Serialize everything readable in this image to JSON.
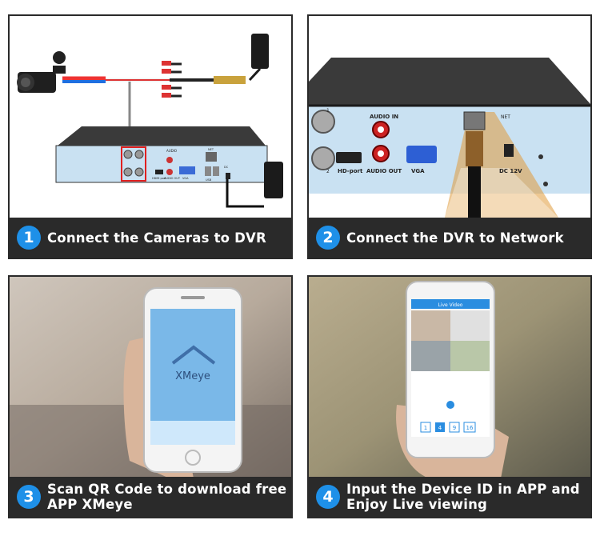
{
  "steps": [
    {
      "number": "1",
      "lines": [
        "Connect the Cameras to DVR"
      ]
    },
    {
      "number": "2",
      "lines": [
        "Connect the DVR to Network"
      ]
    },
    {
      "number": "3",
      "lines": [
        "Scan QR Code to download free",
        "APP XMeye"
      ]
    },
    {
      "number": "4",
      "lines": [
        "Input the Device ID in APP and",
        "Enjoy Live viewing"
      ]
    }
  ],
  "dvr_labels": {
    "audio_in": "AUDIO IN",
    "audio_out": "AUDIO OUT",
    "hd_port": "HD-port",
    "vga": "VGA",
    "net": "NET",
    "dc": "DC 12V",
    "in_1": "1",
    "in_2": "2",
    "small_audio_in": "AUDIO",
    "small_hd": "HDMI port",
    "small_audio_out": "AUDIO OUT",
    "small_vga": "VGA",
    "small_usb": "USB",
    "small_net": "NET",
    "small_dc": "DC"
  },
  "app": {
    "logo_text": "XMeye",
    "live_title": "Live Video",
    "split_options": [
      "1",
      "4",
      "9",
      "16"
    ]
  },
  "colors": {
    "caption_bg": "#2a2a2a",
    "badge": "#1e90e8",
    "dvr_face": "#c9e1f2",
    "dvr_body": "#3a3a3a"
  }
}
